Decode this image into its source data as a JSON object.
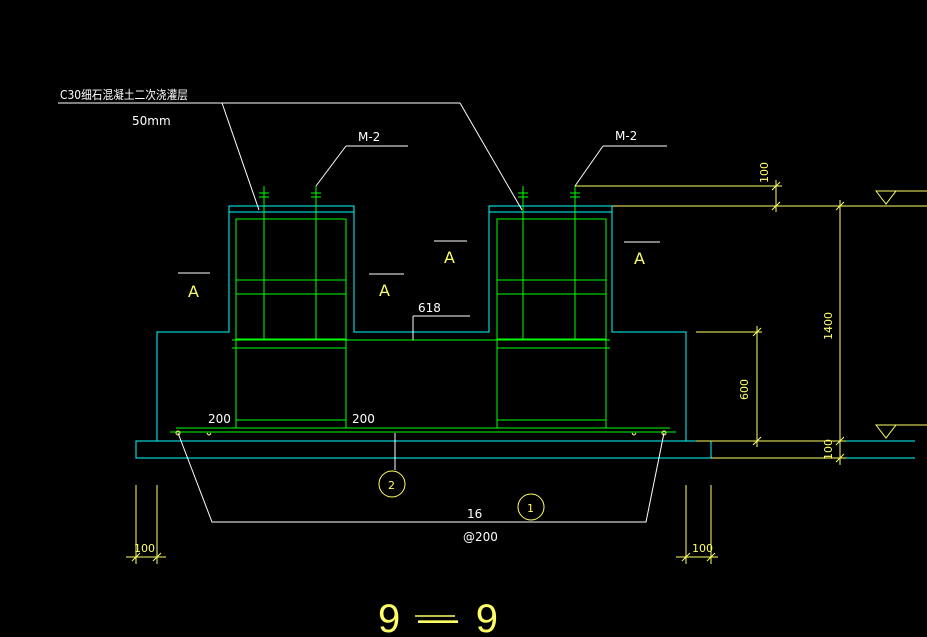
{
  "colors": {
    "background": "#000000",
    "concrete_outline": "#00ffff",
    "rebar": "#00ff00",
    "dimension": "#ffff66",
    "leader_text": "#ffffff"
  },
  "annotations": {
    "grout_layer_label": "C30细石混凝土二次浇灌层",
    "grout_thickness": "50mm",
    "embed_left": "M-2",
    "embed_right": "M-2",
    "top_bar_mark": "618",
    "section_marks": [
      "A",
      "A",
      "A",
      "A"
    ]
  },
  "dimensions": {
    "top_pier": "100",
    "total_height": "1400",
    "pedestal_height": "600",
    "base_thickness": "100",
    "left_offset": "100",
    "right_offset": "100",
    "anchor_left": "200",
    "anchor_right": "200"
  },
  "rebar": {
    "bar_size": "16",
    "spacing": "@200",
    "mark_1": "1",
    "mark_2": "2"
  },
  "title": "9 — 9"
}
